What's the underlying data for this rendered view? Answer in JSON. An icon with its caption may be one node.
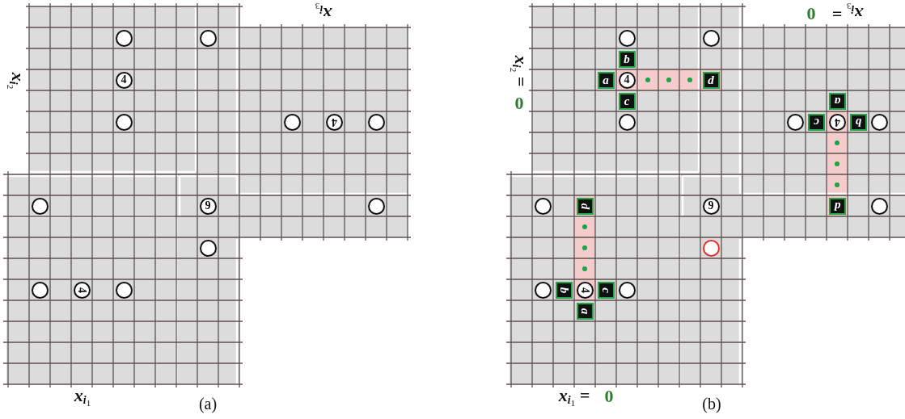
{
  "diagram": {
    "nodes": [
      {
        "text": [],
        "shape": "circle"
      },
      {
        "text": [],
        "shape": "circle"
      },
      {
        "text": [
          "4"
        ]
      },
      {
        "text": [],
        "shape": "circle"
      },
      {
        "text": [],
        "shape": "circle"
      },
      {
        "text": [
          "4"
        ]
      },
      {
        "text": [],
        "shape": "circle"
      },
      {
        "text": [],
        "shape": "circle"
      },
      {
        "text": [
          "9"
        ]
      },
      {
        "text": [],
        "shape": "circle"
      },
      {
        "text": [],
        "shape": "circle"
      },
      {
        "text": [],
        "shape": "circle"
      },
      {
        "text": [
          "4"
        ]
      },
      {
        "text": [],
        "shape": "circle"
      },
      {
        "text": [],
        "shape": "circle"
      },
      {
        "text": [],
        "shape": "circle"
      },
      {
        "text": [
          "b"
        ]
      },
      {
        "text": [
          "a"
        ]
      },
      {
        "text": [
          "4"
        ]
      },
      {
        "text": [
          "d"
        ]
      },
      {
        "text": [
          "c"
        ]
      },
      {
        "text": [
          "a"
        ]
      },
      {
        "text": [],
        "shape": "circle"
      },
      {
        "text": [],
        "shape": "circle"
      },
      {
        "text": [
          "c"
        ]
      },
      {
        "text": [
          "4"
        ]
      },
      {
        "text": [
          "b"
        ]
      },
      {
        "text": [],
        "shape": "circle"
      },
      {
        "text": [],
        "shape": "circle"
      },
      {
        "text": [
          "d"
        ]
      },
      {
        "text": [
          "9"
        ]
      },
      {
        "text": [
          "d"
        ]
      },
      {
        "text": [],
        "shape": "circle"
      },
      {
        "text": [],
        "shape": "circle"
      },
      {
        "text": [],
        "shape": "circle"
      },
      {
        "text": [
          "b"
        ]
      },
      {
        "text": [
          "4"
        ]
      },
      {
        "text": [
          "c"
        ]
      },
      {
        "text": [],
        "shape": "circle"
      },
      {
        "text": [
          "a"
        ]
      }
    ],
    "labels": [
      "x$_{i}$$_{3}$",
      "x$_{i}$$_{2}$",
      "x$_{i}$$_{1}$",
      "(a)",
      "x$_{i}$$_{3}$ =",
      "0",
      "x$_{i}$$_{2}$ =",
      "0",
      "x$_{i}$$_{1}$ =",
      "0",
      "(b)"
    ]
  }
}
